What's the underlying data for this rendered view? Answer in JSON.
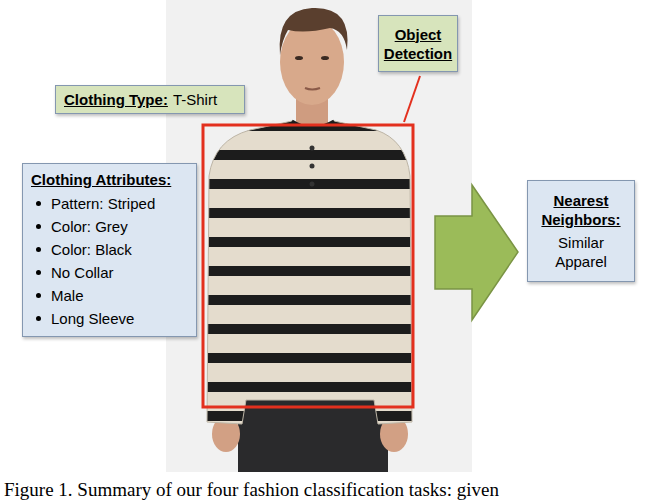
{
  "diagram": {
    "caption": "Figure 1. Summary of our four fashion classification tasks: given",
    "nodes": [
      {
        "text": [
          "Object Detection"
        ]
      },
      {
        "text": [
          "Clothing Type:",
          "T-Shirt"
        ]
      },
      {
        "text": [
          "Clothing Attributes:",
          "Pattern: Striped",
          "Color: Grey",
          "Color: Black",
          "No Collar",
          "Male",
          "Long Sleeve"
        ]
      },
      {
        "text": [
          "Nearest Neighbors:",
          "Similar Apparel"
        ]
      }
    ]
  }
}
